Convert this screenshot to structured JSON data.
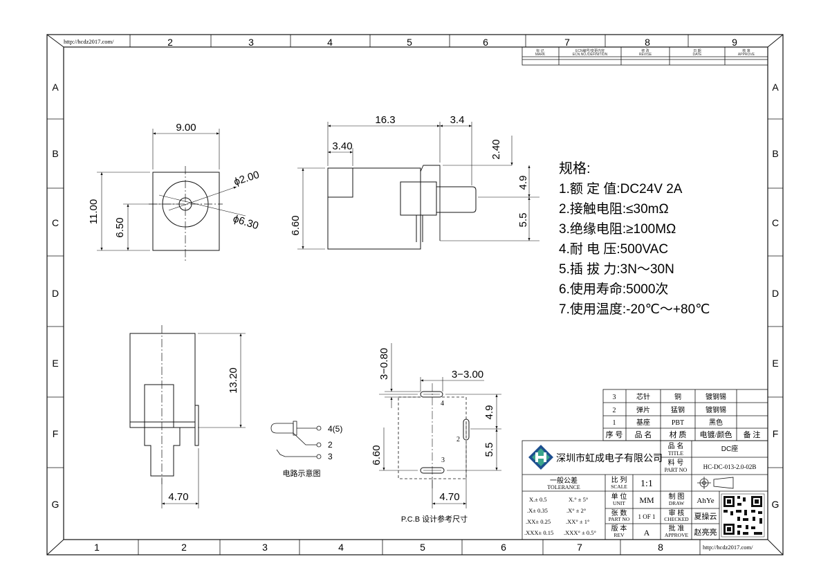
{
  "border": {
    "url_top": "http://hcdz2017.com/",
    "url_bottom": "http://hcdz2017.com/",
    "columns_top": [
      "2",
      "3",
      "4",
      "5",
      "6",
      "7",
      "8",
      "9"
    ],
    "columns_bottom": [
      "1",
      "2",
      "3",
      "4",
      "5",
      "6",
      "7",
      "8"
    ],
    "rows": [
      "A",
      "B",
      "C",
      "D",
      "E",
      "F",
      "G"
    ]
  },
  "revision_block": {
    "headers": [
      "标 记",
      "ECN编号/变更内容",
      "修 改",
      "日 期",
      "核 准"
    ],
    "headers_en": [
      "MARK",
      "ECN.NO./DEFINITION",
      "REVISE",
      "DATE",
      "APPROVE"
    ]
  },
  "views": {
    "front": {
      "width": "9.00",
      "height": "11.00",
      "center_height": "6.50",
      "hole_small": "ϕ2.00",
      "hole_large": "ϕ6.30"
    },
    "side": {
      "length": "16.3",
      "pin_len": "3.4",
      "body_step": "3.40",
      "top_gap": "2.40",
      "upper": "4.9",
      "lower": "5.5",
      "height": "6.60"
    },
    "bottom": {
      "height": "13.20",
      "width": "4.70"
    },
    "pcb": {
      "slot_v": "3−0.80",
      "slot_h": "3−3.00",
      "upper": "4.9",
      "lower": "5.5",
      "height": "6.60",
      "width": "4.70",
      "pin4": "4",
      "pin2": "2",
      "pin3": "3",
      "caption": "P.C.B 设计参考尺寸"
    },
    "circuit": {
      "pin45": "4(5)",
      "pin2": "2",
      "pin3": "3",
      "caption": "电路示意图"
    }
  },
  "specs": {
    "title": "规格:",
    "items": [
      "1.额 定 值:DC24V 2A",
      "2.接触电阻:≤30mΩ",
      "3.绝缘电阻:≥100MΩ",
      "4.耐 电 压:500VAC",
      "5.插 拔 力:3N～30N",
      "6.使用寿命:5000次",
      "7.使用温度:-20℃～+80℃"
    ]
  },
  "bom": {
    "rows": [
      [
        "3",
        "芯针",
        "铜",
        "镀钢锡"
      ],
      [
        "2",
        "弹片",
        "猛钢",
        "镀钢锡"
      ],
      [
        "1",
        "基座",
        "PBT",
        "黑色"
      ]
    ],
    "header": [
      "序 号",
      "品 名",
      "材 质",
      "电镀/颜色",
      "备 注"
    ]
  },
  "title_block": {
    "company": "深圳市虹成电子有限公司",
    "title_label": "品 名",
    "title_label_en": "TITLE",
    "title_value": "DC座",
    "partno_label": "料 号",
    "partno_label_en": "PART NO",
    "partno_value": "HC-DC-013-2.0-02B",
    "tolerance_label": "一般公差",
    "tolerance_label_en": "TOLERANCE",
    "tolerances": [
      [
        "X.± 0.5",
        "X.° ± 5°"
      ],
      [
        ".X± 0.35",
        ".X° ± 2°"
      ],
      [
        ".XX± 0.25",
        ".XX° ± 1°"
      ],
      [
        ".XXX± 0.15",
        ".XXX° ± 0.5°"
      ]
    ],
    "scale_label": "比 列",
    "scale_label_en": "SCALE",
    "scale_value": "1:1",
    "unit_label": "单 位",
    "unit_label_en": "UNIT",
    "unit_value": "MM",
    "sheet_label": "张 数",
    "sheet_label_en": "PART NO",
    "sheet_value": "1 OF 1",
    "rev_label": "版 本",
    "rev_label_en": "REV",
    "rev_value": "A",
    "draw_label": "制 图",
    "draw_label_en": "DRAW",
    "draw_value": "AhYe",
    "check_label": "审 核",
    "check_label_en": "CHECKED",
    "check_value": "夏操云",
    "approve_label": "批 准",
    "approve_label_en": "APPROVE",
    "approve_value": "赵亮亮"
  }
}
